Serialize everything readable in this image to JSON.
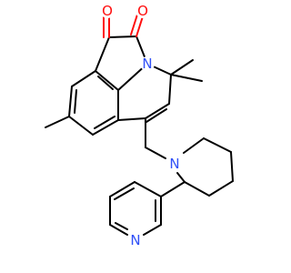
{
  "molecule": {
    "atoms": {
      "o1": "O",
      "o2": "O",
      "n_indole": "N",
      "n_piperidine": "N",
      "n_pyridine": "N"
    }
  },
  "colors": {
    "carbon": "#000000",
    "oxygen": "#ff0d0d",
    "nitrogen": "#3050f8",
    "background": "#ffffff"
  }
}
